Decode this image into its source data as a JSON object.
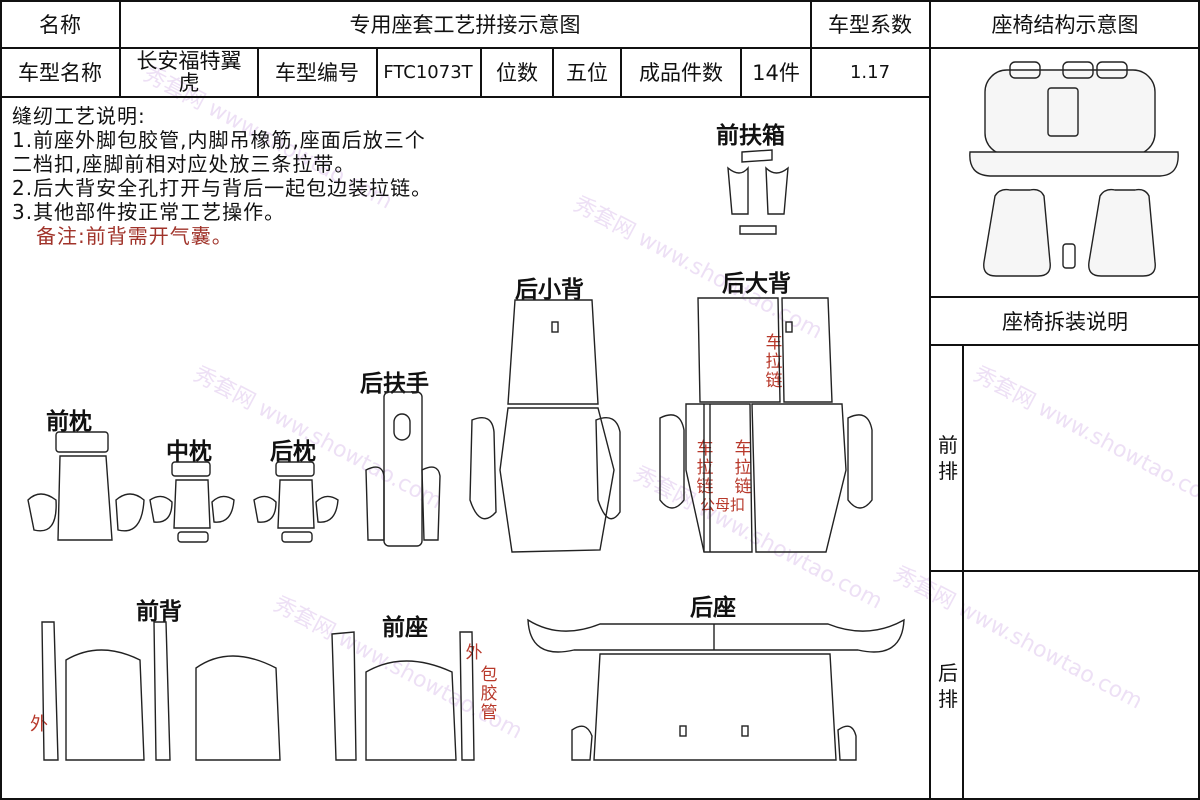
{
  "header": {
    "name_label": "名称",
    "title": "专用座套工艺拼接示意图",
    "coef_label": "车型系数",
    "structure_title": "座椅结构示意图"
  },
  "info": {
    "model_name_label": "车型名称",
    "model_name": "长安福特翼虎",
    "model_no_label": "车型编号",
    "model_no": "FTC1073T",
    "seats_label": "位数",
    "seats": "五位",
    "pieces_label": "成品件数",
    "pieces": "14件",
    "coef": "1.17"
  },
  "notes": {
    "title": "缝纫工艺说明:",
    "line1": "1.前座外脚包胶管,内脚吊橡筋,座面后放三个",
    "line2": "二档扣,座脚前相对应处放三条拉带。",
    "line3": "2.后大背安全孔打开与背后一起包边装拉链。",
    "line4": "3.其他部件按正常工艺操作。",
    "remark": "备注:前背需开气囊。"
  },
  "parts": {
    "front_armrest_box": "前扶箱",
    "rear_small_back": "后小背",
    "rear_large_back": "后大背",
    "rear_armrest": "后扶手",
    "front_headrest": "前枕",
    "middle_headrest": "中枕",
    "rear_headrest": "后枕",
    "front_back": "前背",
    "front_seat": "前座",
    "rear_seat": "后座"
  },
  "annotations": {
    "zipper_top": "车拉链",
    "zipper_left": "车拉链",
    "zipper_right": "车拉链",
    "female_buckle": "公母扣",
    "outer_back": "外",
    "outer_tube_1": "外",
    "outer_tube_2": "包胶管"
  },
  "right_panel": {
    "disassembly_title": "座椅拆装说明",
    "front_row": "前排",
    "rear_row": "后排"
  },
  "watermark": {
    "text": "秀套网 www.showtao.com"
  }
}
